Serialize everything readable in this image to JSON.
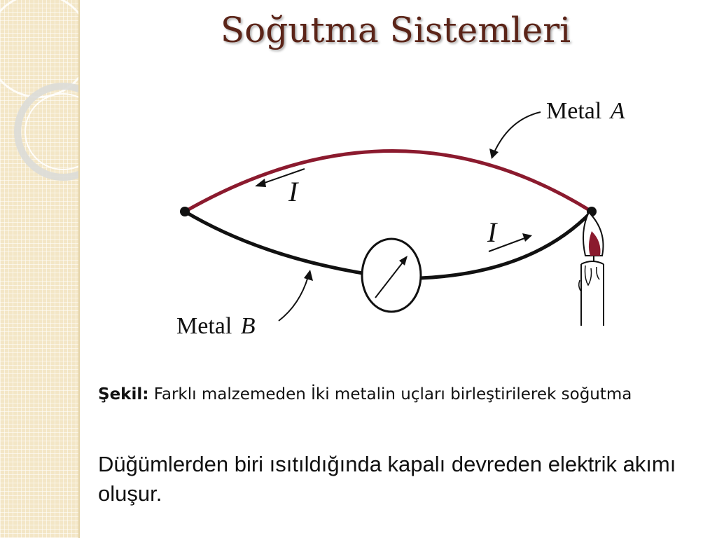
{
  "slide": {
    "title": "Soğutma Sistemleri",
    "caption_label": "Şekil:",
    "caption_text": " Farklı malzemeden İki metalin uçları birleştirilerek soğutma",
    "explanation": "Düğümlerden biri ısıtıldığında kapalı devreden elektrik akımı oluşur."
  },
  "diagram": {
    "metal_a_word": "Metal",
    "metal_a_letter": "A",
    "metal_b_word": "Metal",
    "metal_b_letter": "B",
    "current_upper": "I",
    "current_lower": "I"
  },
  "colors": {
    "title": "#5b2418",
    "metal_a_wire": "#8b1a2e",
    "metal_b_wire": "#111111",
    "flame": "#8b1a2e",
    "strip": "#f3e6c6"
  },
  "icons": {
    "galvanometer": "galvanometer-icon",
    "candle": "candle-icon"
  }
}
